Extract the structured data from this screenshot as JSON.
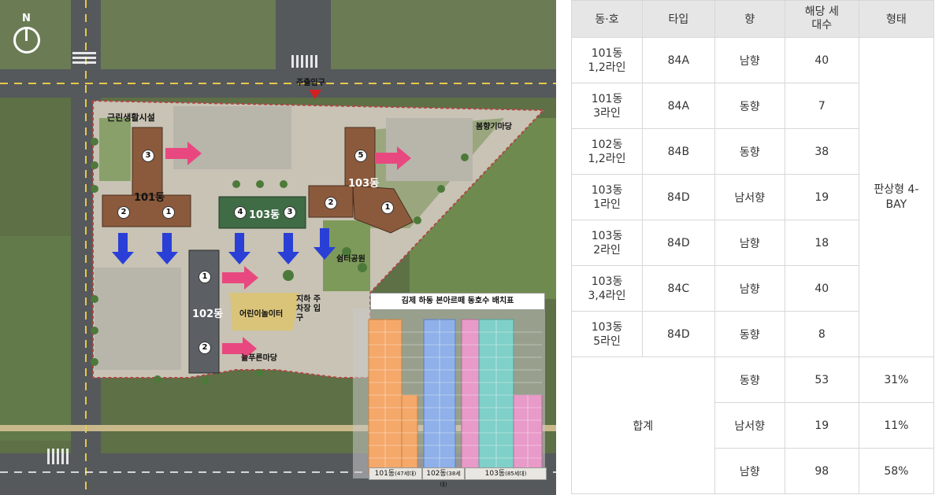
{
  "map": {
    "compass": "N",
    "labels": {
      "main_entrance": "주출입구",
      "neighborhood_facility": "근린생활시설",
      "spring_yard": "봄향기마당",
      "rest_park": "쉼터공원",
      "playground": "어린이놀이터",
      "underground_parking": "지하 주차장 입구",
      "green_yard": "늘푸른마당"
    },
    "buildings": [
      {
        "name": "101동",
        "badges": [
          "3",
          "2",
          "1"
        ]
      },
      {
        "name": "102동",
        "badges": [
          "1",
          "2"
        ]
      },
      {
        "name": "103동",
        "badges": [
          "4",
          "3"
        ],
        "label": "103동"
      },
      {
        "name": "103동",
        "badges": [
          "5",
          "2",
          "1"
        ]
      }
    ],
    "tower_chart": {
      "title": "김제 하동 본아르떼 동호수 배치표",
      "groups": [
        {
          "label": "101동",
          "note": "(47세대)"
        },
        {
          "label": "102동",
          "note": "(38세대)"
        },
        {
          "label": "103동",
          "note": "(85세대)"
        }
      ]
    }
  },
  "table": {
    "headers": [
      "동·호",
      "타입",
      "향",
      "해당 세대수",
      "형태"
    ],
    "rows": [
      {
        "unit": "101동 1,2라인",
        "type": "84A",
        "dir": "남향",
        "count": "40"
      },
      {
        "unit": "101동 3라인",
        "type": "84A",
        "dir": "동향",
        "count": "7"
      },
      {
        "unit": "102동 1,2라인",
        "type": "84B",
        "dir": "동향",
        "count": "38"
      },
      {
        "unit": "103동 1라인",
        "type": "84D",
        "dir": "남서향",
        "count": "19"
      },
      {
        "unit": "103동 2라인",
        "type": "84D",
        "dir": "남향",
        "count": "18"
      },
      {
        "unit": "103동 3,4라인",
        "type": "84C",
        "dir": "남향",
        "count": "40"
      },
      {
        "unit": "103동 5라인",
        "type": "84D",
        "dir": "동향",
        "count": "8"
      }
    ],
    "form": "판상형 4-BAY",
    "total_label": "합계",
    "totals": [
      {
        "dir": "동향",
        "count": "53",
        "pct": "31%"
      },
      {
        "dir": "남서향",
        "count": "19",
        "pct": "11%"
      },
      {
        "dir": "남향",
        "count": "98",
        "pct": "58%"
      }
    ]
  },
  "colors": {
    "building_brown": "#8b5a3c",
    "building_green": "#3f6b45",
    "building_gray": "#5c5f63",
    "arrow_blue": "#2a3fd6",
    "arrow_pink": "#e8487f",
    "col_orange": "#f4a86a",
    "col_blue": "#8fb0e8",
    "col_pink": "#e89ac8",
    "col_teal": "#7fd0c8"
  }
}
